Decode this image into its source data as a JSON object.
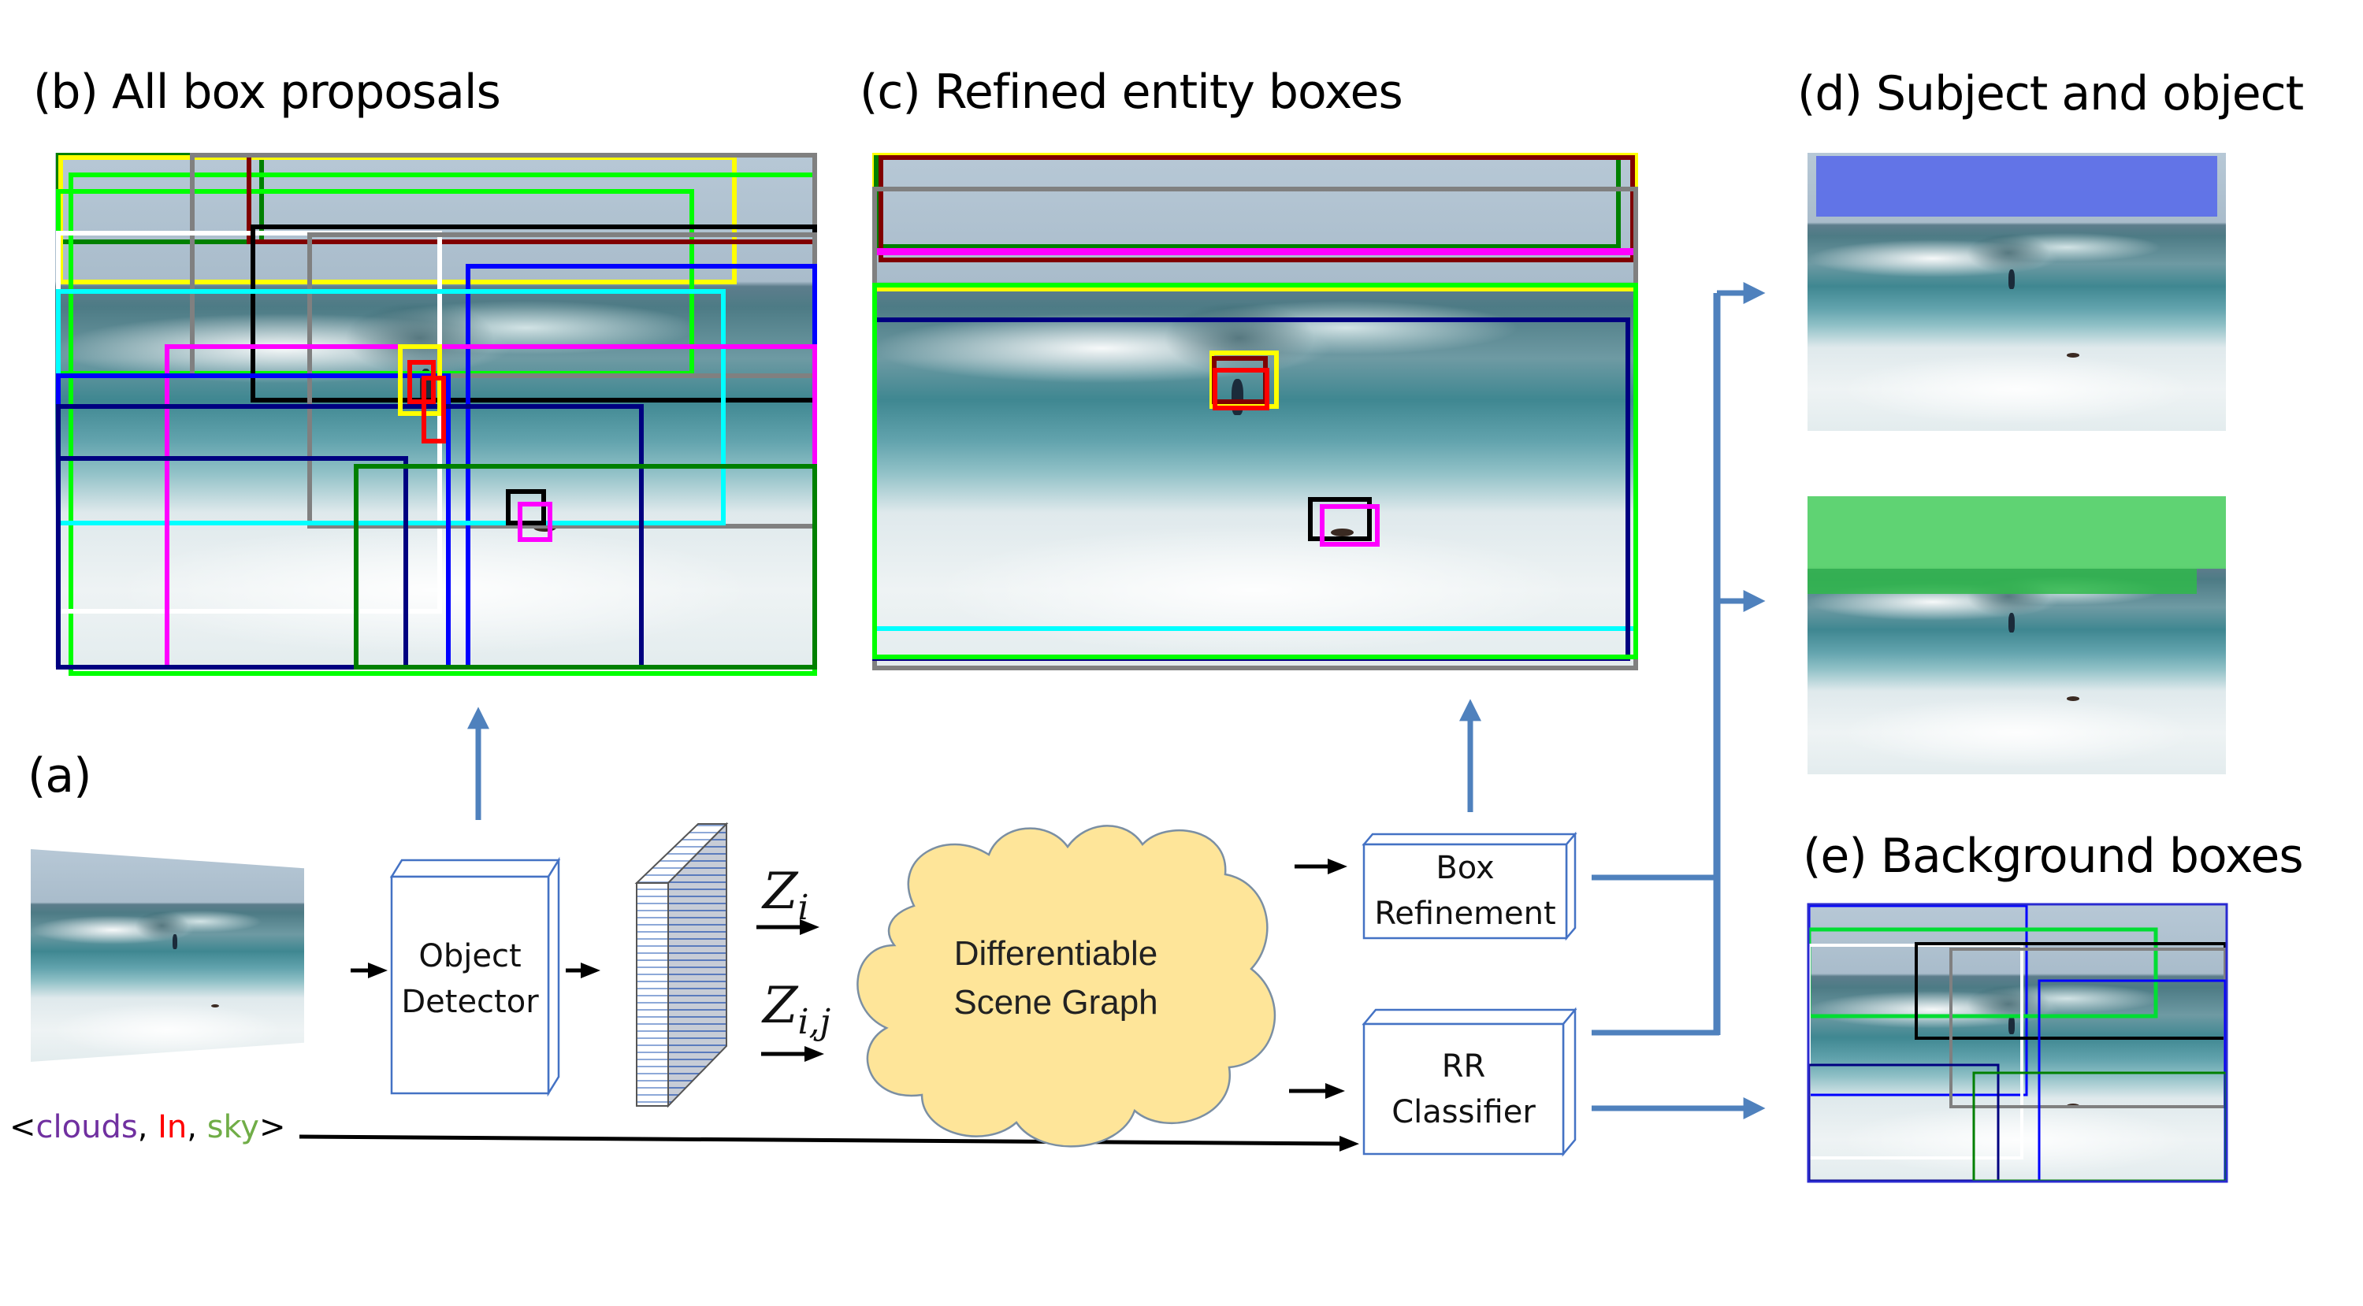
{
  "figure": {
    "panels": {
      "a": {
        "label": "(a)"
      },
      "b": {
        "title": "(b) All box proposals"
      },
      "c": {
        "title": "(c) Refined entity boxes"
      },
      "d": {
        "title": "(d) Subject and object"
      },
      "e": {
        "title": "(e) Background boxes"
      }
    },
    "pipeline": {
      "object_detector": {
        "line1": "Object",
        "line2": "Detector"
      },
      "features": {
        "z_node": "Z",
        "z_node_sub": "i",
        "z_edge": "Z",
        "z_edge_sub": "i,j"
      },
      "scene_graph": {
        "line1": "Differentiable",
        "line2": "Scene Graph"
      },
      "box_refinement": {
        "line1": "Box",
        "line2": "Refinement"
      },
      "rr_classifier": {
        "line1": "RR",
        "line2": "Classifier"
      }
    },
    "query_triple": {
      "open": "<",
      "subject": "clouds",
      "sep1": ", ",
      "predicate": "In",
      "sep2": ", ",
      "object": "sky",
      "close": ">",
      "colors": {
        "subject": "#7030a0",
        "predicate": "#ff0000",
        "object": "#70ad47",
        "punct": "#000000"
      }
    },
    "colors": {
      "flow_arrow": "#4f81bd",
      "cloud_fill": "#fee599",
      "box_stroke": "#4472c4",
      "subject_mask": "#5b6ee8",
      "object_mask": "#5bd46e"
    },
    "box_colors": {
      "yellow": "#ffff00",
      "green": "#00ff00",
      "dark_green": "#008000",
      "maroon": "#800000",
      "blue": "#0000ff",
      "navy": "#000080",
      "black": "#000000",
      "gray": "#808080",
      "white": "#ffffff",
      "cyan": "#00ffff",
      "magenta": "#ff00ff",
      "red": "#ff0000"
    }
  }
}
